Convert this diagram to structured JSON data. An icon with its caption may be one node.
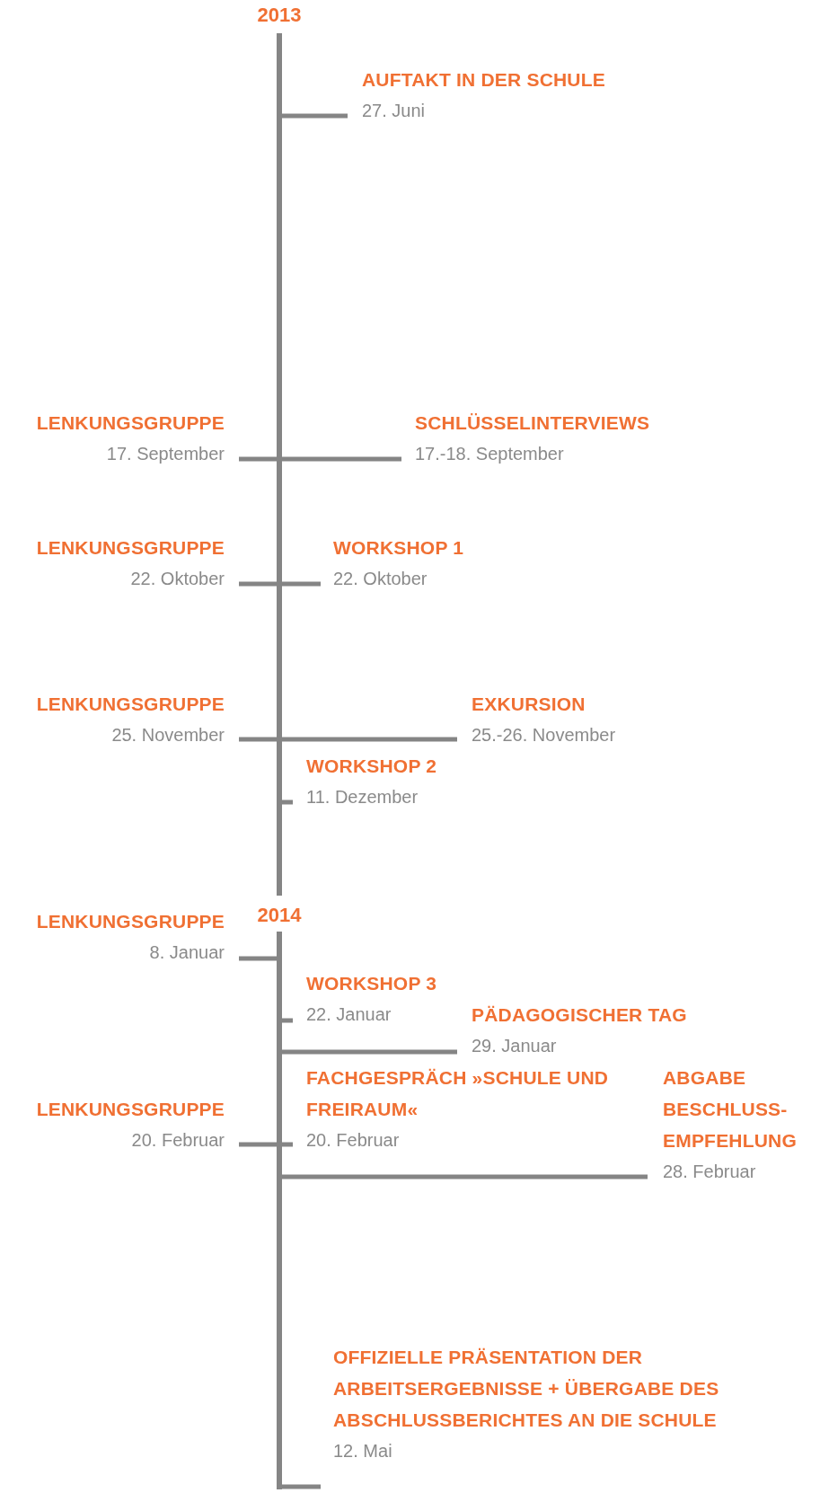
{
  "diagram": {
    "nodes": [
      {
        "text": [
          "AUFTAKT IN DER SCHULE",
          "27. Juni"
        ]
      },
      {
        "text": [
          "LENKUNGSGRUPPE",
          "17. September"
        ]
      },
      {
        "text": [
          "SCHLÜSSELINTERVIEWS",
          "17.-18. September"
        ]
      },
      {
        "text": [
          "LENKUNGSGRUPPE",
          "22. Oktober"
        ]
      },
      {
        "text": [
          "WORKSHOP 1",
          "22. Oktober"
        ]
      },
      {
        "text": [
          "LENKUNGSGRUPPE",
          "25. November"
        ]
      },
      {
        "text": [
          "EXKURSION",
          "25.-26. November"
        ]
      },
      {
        "text": [
          "WORKSHOP 2",
          "11. Dezember"
        ]
      },
      {
        "text": [
          "LENKUNGSGRUPPE",
          "8. Januar"
        ]
      },
      {
        "text": [
          "WORKSHOP 3",
          "22. Januar"
        ]
      },
      {
        "text": [
          "PÄDAGOGISCHER TAG",
          "29. Januar"
        ]
      },
      {
        "text": [
          "FACHGESPRÄCH »SCHULE UND FREIRAUM«",
          "20. Februar"
        ]
      },
      {
        "text": [
          "LENKUNGSGRUPPE",
          "20. Februar"
        ]
      },
      {
        "text": [
          "ABGABE BESCHLUSS-EMPFEHLUNG",
          "28. Februar"
        ]
      },
      {
        "text": [
          "OFFIZIELLE PRÄSENTATION DER ARBEITSERGEBNISSE + ÜBERGABE DES ABSCHLUSSBERICHTES AN DIE SCHULE",
          "12. Mai"
        ]
      }
    ],
    "labels": [
      "2013",
      "2014"
    ]
  }
}
